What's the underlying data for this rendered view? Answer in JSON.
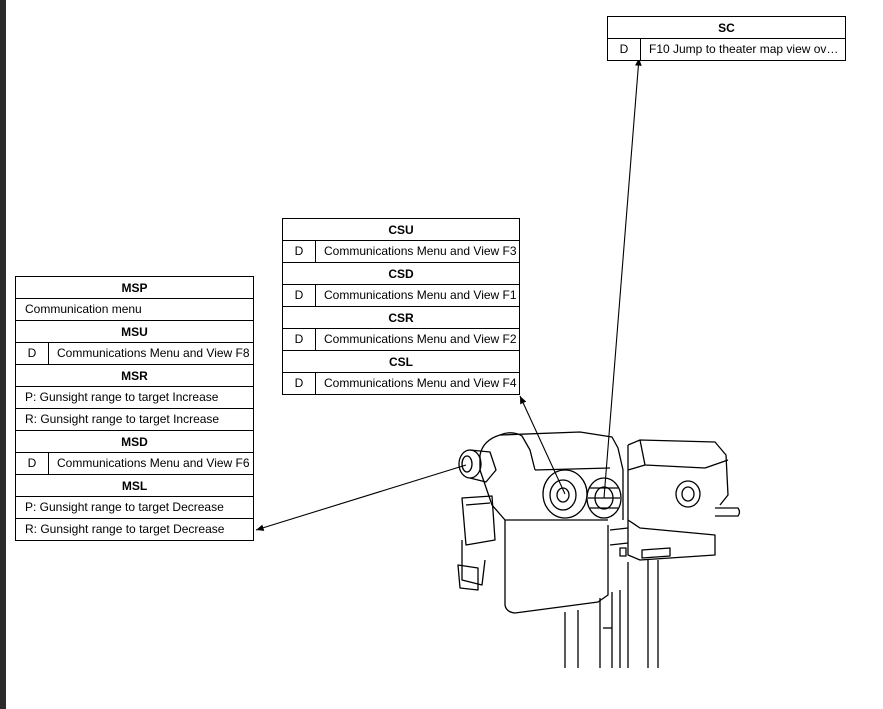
{
  "boxes": {
    "sc": {
      "title": "SC",
      "rows": [
        {
          "key": "D",
          "text": "F10 Jump to theater map view over..."
        }
      ]
    },
    "msp": {
      "title": "MSP",
      "rows": [
        {
          "text": "Communication menu"
        }
      ]
    },
    "msu": {
      "title": "MSU",
      "rows": [
        {
          "key": "D",
          "text": "Communications Menu and View F8"
        }
      ]
    },
    "msr": {
      "title": "MSR",
      "rows": [
        {
          "text": "P: Gunsight range to target Increase"
        },
        {
          "text": "R: Gunsight range to target Increase"
        }
      ]
    },
    "msd": {
      "title": "MSD",
      "rows": [
        {
          "key": "D",
          "text": "Communications Menu and View F6"
        }
      ]
    },
    "msl": {
      "title": "MSL",
      "rows": [
        {
          "text": "P: Gunsight range to target Decrease"
        },
        {
          "text": "R: Gunsight range to target Decrease"
        }
      ]
    },
    "csu": {
      "title": "CSU",
      "rows": [
        {
          "key": "D",
          "text": "Communications Menu and View F3"
        }
      ]
    },
    "csd": {
      "title": "CSD",
      "rows": [
        {
          "key": "D",
          "text": "Communications Menu and View F1"
        }
      ]
    },
    "csr": {
      "title": "CSR",
      "rows": [
        {
          "key": "D",
          "text": "Communications Menu and View F2"
        }
      ]
    },
    "csl": {
      "title": "CSL",
      "rows": [
        {
          "key": "D",
          "text": "Communications Menu and View F4"
        }
      ]
    }
  }
}
